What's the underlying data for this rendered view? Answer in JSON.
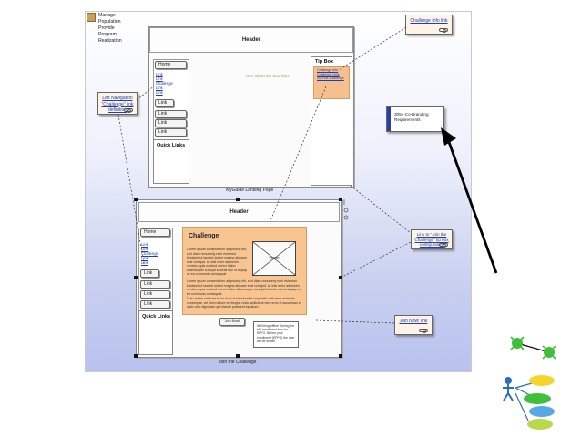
{
  "package": {
    "title": "Manage\nPopulation\nProvide\nProgram\nRealization"
  },
  "wireframe_top": {
    "header": "Header",
    "home": "Home",
    "nav_links": [
      "Link",
      "Link",
      "Challenge",
      "Link",
      "Link"
    ],
    "buttons": [
      "Link",
      "Link",
      "Link",
      "Link"
    ],
    "quick_links": "Quick Links",
    "tip_title": "Tip Box",
    "tip_links": [
      "Challenge Info",
      "Challenge Note",
      "Join the Challenge"
    ],
    "green_label": "User Clicks the Cool links",
    "caption": "MyGuide Landing Page"
  },
  "wireframe_bottom": {
    "header": "Header",
    "home": "Home",
    "nav_links": [
      "Link",
      "Link",
      "Challenge",
      "Link",
      "Link"
    ],
    "buttons": [
      "Link",
      "Link",
      "Link",
      "Link"
    ],
    "quick_links": "Quick Links",
    "challenge_title": "Challenge",
    "paragraph1": "Lorem ipsum consectetuer adipiscing elit, sed diam nonummy nibh euismod tincidunt ut laoreet dolore magna aliquam erat volutpat. Ut wisi enim ad minim veniam, quis nostrud exerci tation ullamcorper suscipit lobortis nisl ut aliquip ex ea commodo consequat.",
    "image_label": "Image",
    "paragraph2": "Lorem ipsum consectetuer adipiscing elit, sed diam nonummy nibh euismod tincidunt ut laoreet dolore magna aliquam erat volutpat. Ut wisi enim ad minim veniam, quis nostrud exerci tation ullamcorper suscipit lobortis nisl ut aliquip ex ea commodo consequat.",
    "paragraph3": "Duis autem vel eum iriure dolor in hendrerit in vulputate velit esse molestie consequat, vel illum dolore eu feugiat nulla facilisis at vero eros et accumsan et iusto odio dignissim qui blandit praesent luptatum.",
    "join_button": "Join Now!",
    "note": "Will bring offline Storing the HR enrollment form for 1 EPFO. Before your enrollment (EPFO) the user will be shown",
    "caption": "Join the Challenge"
  },
  "requirements": {
    "challenge_info": "Challenge Info link",
    "left_nav": "Left Navigation \"Challenge\" link definition",
    "join_challenge_link": "Link to \"Join the Challenge\" tip box configuration",
    "join_now": "Join Now! link",
    "branding": "3054-Co-Branding\nRequirements"
  },
  "colors": {
    "accent_orange": "#f8c590",
    "link_blue": "#1a3fb8",
    "branding_bar": "#2a3ea8",
    "gradient_bottom": "#b9c2ee"
  },
  "icons": [
    "package-icon",
    "link-icon",
    "bug-icon",
    "mindmap-icon"
  ]
}
